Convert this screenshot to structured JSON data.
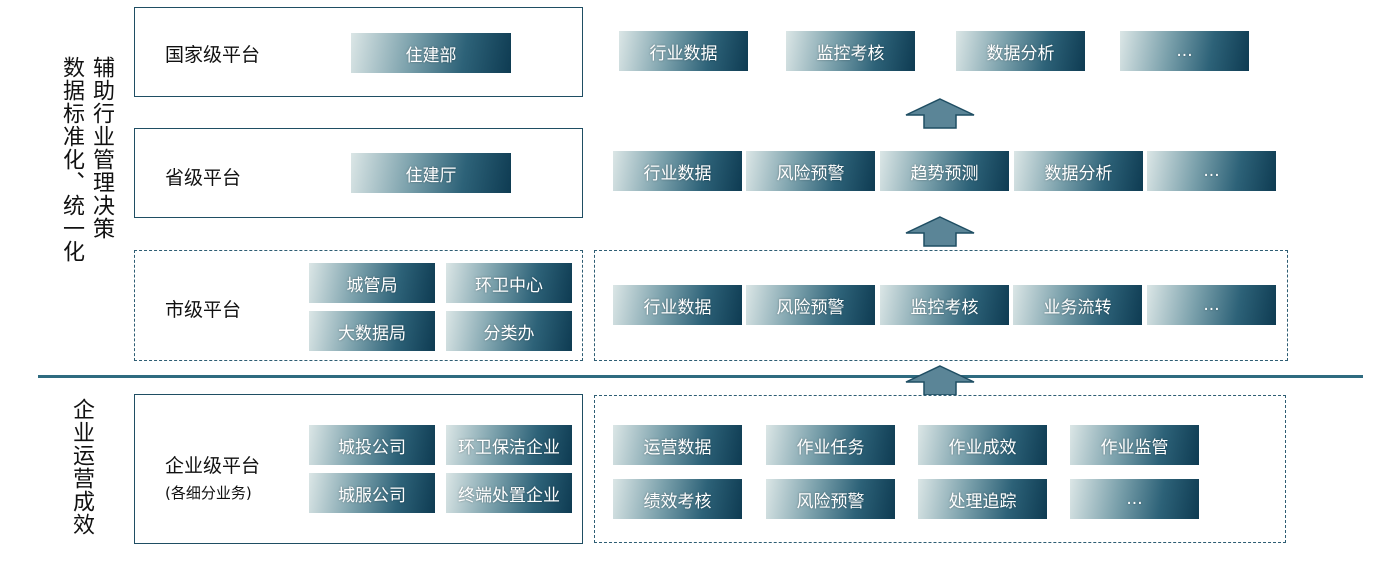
{
  "side_labels": {
    "upper_col1": "辅助行业管理决策",
    "upper_col2": "数据标准化、统一化",
    "lower": "企业运营成效"
  },
  "national": {
    "title": "国家级平台",
    "agency": "住建部",
    "functions": [
      "行业数据",
      "监控考核",
      "数据分析",
      "..."
    ]
  },
  "provincial": {
    "title": "省级平台",
    "agency": "住建厅",
    "functions": [
      "行业数据",
      "风险预警",
      "趋势预测",
      "数据分析",
      "..."
    ]
  },
  "city": {
    "title": "市级平台",
    "agencies": [
      "城管局",
      "环卫中心",
      "大数据局",
      "分类办"
    ],
    "functions": [
      "行业数据",
      "风险预警",
      "监控考核",
      "业务流转",
      "..."
    ]
  },
  "enterprise": {
    "title": "企业级平台",
    "subtitle": "(各细分业务)",
    "agencies": [
      "城投公司",
      "环卫保洁企业",
      "城服公司",
      "终端处置企业"
    ],
    "functions_row1": [
      "运营数据",
      "作业任务",
      "作业成效",
      "作业监管"
    ],
    "functions_row2": [
      "绩效考核",
      "风险预警",
      "处理追踪",
      "..."
    ]
  },
  "colors": {
    "border": "#1f4e63",
    "divider": "#2f6b80",
    "arrow_fill": "#5b8597",
    "tile_dark": "#0e3b52",
    "tile_light": "#dbe6e6"
  }
}
